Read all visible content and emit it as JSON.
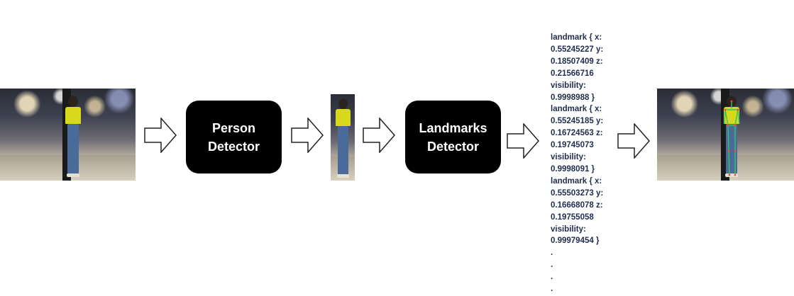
{
  "pipeline": {
    "person_detector_label": "Person\nDetector",
    "landmarks_detector_label": "Landmarks\nDetector"
  },
  "landmark_output": {
    "lines": [
      "landmark { x:",
      "0.55245227 y:",
      "0.18507409 z:",
      "0.21566716",
      "visibility:",
      "0.9998988 }",
      "landmark { x:",
      "0.55245185 y:",
      "0.16724563 z:",
      "0.19745073",
      "visibility:",
      "0.9998091 }",
      "landmark { x:",
      "0.55503273 y:",
      "0.16668078 z:",
      "0.19755058",
      "visibility:",
      "0.99979454 }",
      ".",
      ".",
      ".",
      "."
    ]
  },
  "colors": {
    "box_fill": "#000000",
    "box_text": "#ffffff",
    "landmark_text": "#1f2d4f",
    "shirt": "#d8d91a",
    "jeans": "#4a6a9a",
    "skeleton": "#33c46a"
  }
}
